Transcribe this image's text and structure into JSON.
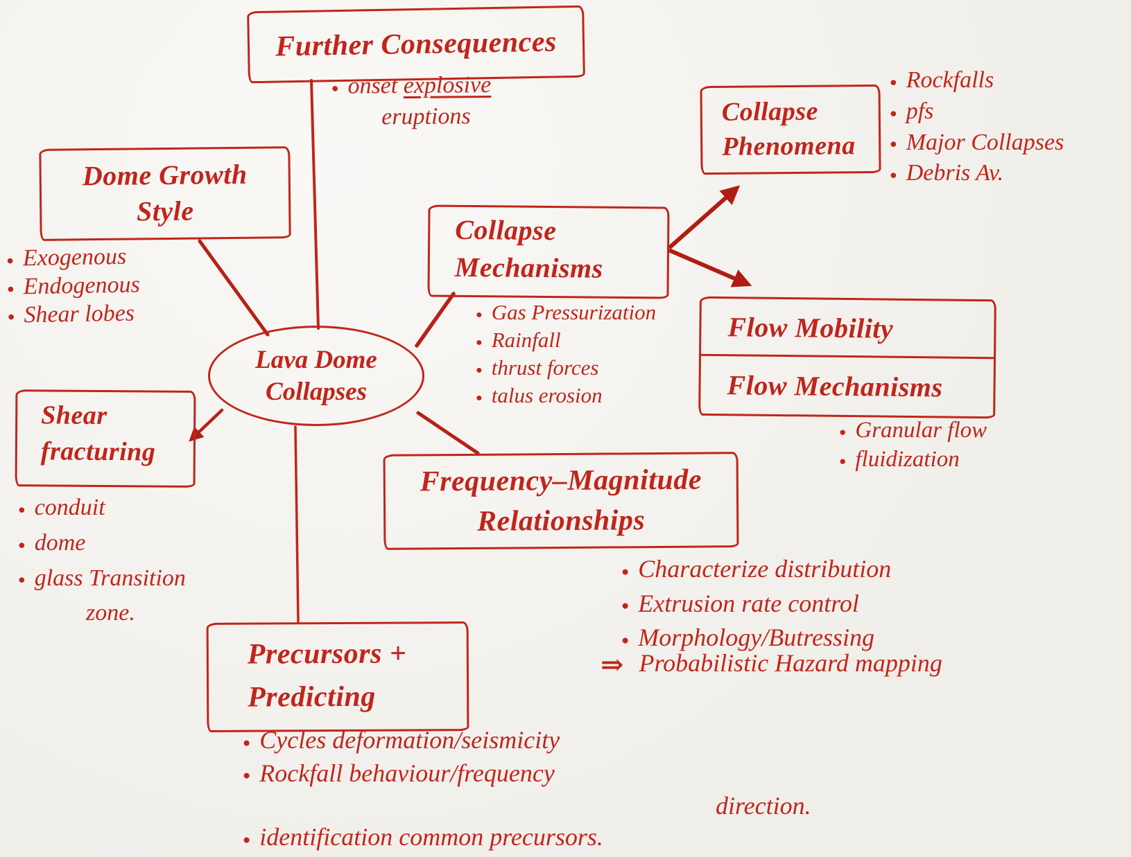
{
  "meta": {
    "kind": "hand-drawn mind map, red marker on paper",
    "colors": {
      "ink": "#c0251b",
      "ink_bold": "#b01d12",
      "paper": "#f4f2ed"
    }
  },
  "center": {
    "lines": [
      "Lava Dome",
      "Collapses"
    ]
  },
  "nodes": {
    "further_consequences": {
      "title": "Further Consequences",
      "bullet_line1_pre": "onset ",
      "bullet_line1_underlined": "explosive",
      "bullet_line2": "eruptions"
    },
    "dome_growth": {
      "title_lines": [
        "Dome Growth",
        "Style"
      ],
      "bullets": [
        "Exogenous",
        "Endogenous",
        "Shear lobes"
      ]
    },
    "shear_fracturing": {
      "title_lines": [
        "Shear",
        "fracturing"
      ],
      "bullets": [
        "conduit",
        "dome",
        [
          "glass Transition",
          "zone."
        ]
      ]
    },
    "precursors": {
      "title_lines": [
        "Precursors +",
        "Predicting"
      ],
      "bullets": [
        [
          "Cycles deformation/seismicity"
        ],
        [
          "Rockfall behaviour/frequency",
          "direction."
        ],
        [
          "identification common precursors."
        ]
      ]
    },
    "collapse_mechanisms": {
      "title_lines": [
        "Collapse",
        "Mechanisms"
      ],
      "bullets": [
        "Gas Pressurization",
        "Rainfall",
        "thrust forces",
        "talus erosion"
      ]
    },
    "collapse_phenomena": {
      "title_lines": [
        "Collapse",
        "Phenomena"
      ],
      "bullets": [
        "Rockfalls",
        "pfs",
        "Major Collapses",
        "Debris Av."
      ]
    },
    "flow": {
      "title_rows": [
        "Flow Mobility",
        "Flow Mechanisms"
      ],
      "bullets": [
        "Granular flow",
        "fluidization"
      ]
    },
    "freq_magnitude": {
      "title_lines": [
        "Frequency–Magnitude",
        "Relationships"
      ],
      "bullets": [
        "Characterize distribution",
        "Extrusion rate control",
        "Morphology/Butressing"
      ],
      "arrow_item": {
        "glyph": "⇒",
        "text": "Probabilistic Hazard mapping"
      }
    }
  },
  "edges": [
    "center to further-consequences",
    "center to dome-growth-style",
    "center to shear-fracturing (arrow)",
    "center to precursors-predicting",
    "center to collapse-mechanisms",
    "center to frequency-magnitude",
    "collapse-mechanisms to collapse-phenomena (arrow)",
    "collapse-mechanisms to flow-mobility (arrow)"
  ]
}
